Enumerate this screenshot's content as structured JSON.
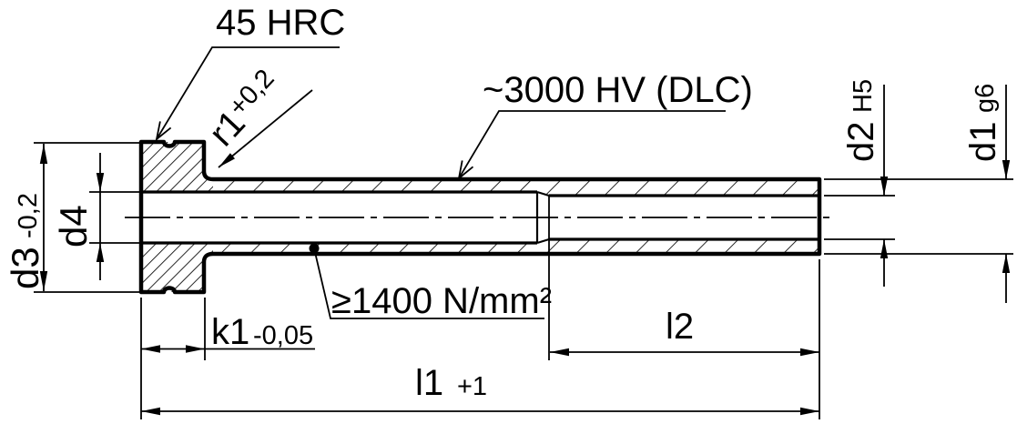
{
  "drawing": {
    "title": "ejector-sleeve-section-drawing",
    "callouts": {
      "head_hardness": "45 HRC",
      "surface_coating": "~3000 HV (DLC)",
      "core_strength": "≥1400 N/mm²",
      "radius": {
        "label": "r1",
        "tolerance": "+0,2"
      }
    },
    "dimensions": {
      "d3": {
        "label": "d3",
        "tolerance": "-0,2"
      },
      "d4": {
        "label": "d4"
      },
      "d2": {
        "label": "d2",
        "fit": "H5"
      },
      "d1": {
        "label": "d1",
        "fit": "g6"
      },
      "k1": {
        "label": "k1",
        "tolerance": "-0,05"
      },
      "l2": {
        "label": "l2"
      },
      "l1": {
        "label": "l1",
        "tolerance": "+1"
      }
    },
    "colors": {
      "ink": "#000000",
      "paper": "#ffffff"
    }
  }
}
